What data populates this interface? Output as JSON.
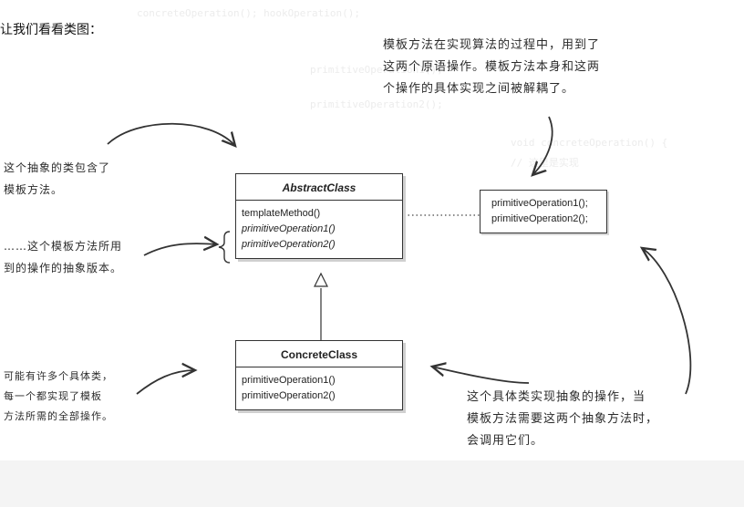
{
  "intro": "让我们看看类图：",
  "background_code": [
    "concreteOperation(); hookOperation();",
    "primitiveOperation1();",
    "primitiveOperation2();",
    "void concreteOperation() {",
    "// 这里是实现"
  ],
  "notes": {
    "top_right": [
      "模板方法在实现算法的过程中，用到了",
      "这两个原语操作。模板方法本身和这两",
      "个操作的具体实现之间被解耦了。"
    ],
    "abstract_class": [
      "这个抽象的类包含了",
      "模板方法。"
    ],
    "abstract_ops": [
      "……这个模板方法所用",
      "到的操作的抽象版本。"
    ],
    "concrete_many": [
      "可能有许多个具体类，",
      "每一个都实现了模板",
      "方法所需的全部操作。"
    ],
    "concrete_impl": [
      "这个具体类实现抽象的操作，当",
      "模板方法需要这两个抽象方法时，",
      "会调用它们。"
    ]
  },
  "abstract_class": {
    "name": "AbstractClass",
    "ops": [
      "templateMethod()",
      "primitiveOperation1()",
      "primitiveOperation2()"
    ]
  },
  "concrete_class": {
    "name": "ConcreteClass",
    "ops": [
      "primitiveOperation1()",
      "primitiveOperation2()"
    ]
  },
  "template_box": {
    "ops": [
      "primitiveOperation1();",
      "primitiveOperation2();"
    ]
  }
}
